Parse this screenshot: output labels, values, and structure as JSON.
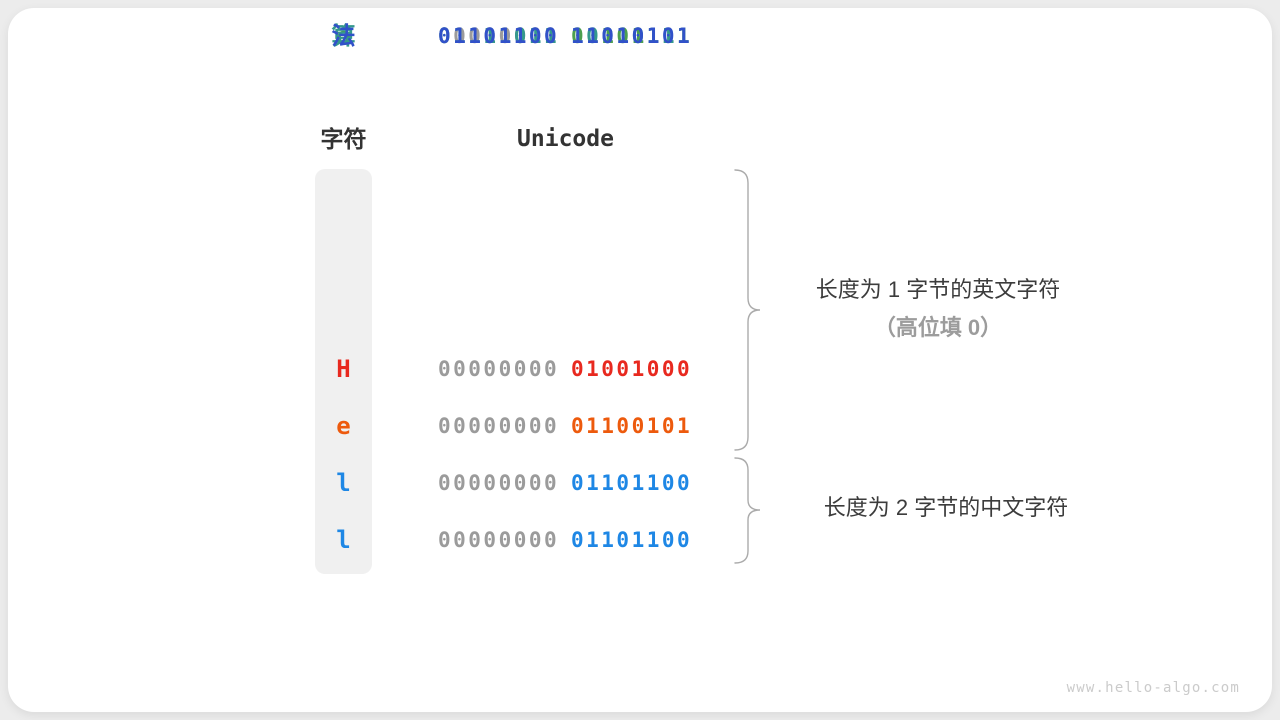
{
  "page": {
    "watermark": "www.hello-algo.com"
  },
  "table": {
    "headers": {
      "char": "字符",
      "unicode": "Unicode"
    },
    "rows": [
      {
        "char": "H",
        "char_color": "#e8291f",
        "byte1": "00000000",
        "byte1_color": "#9b9b9b",
        "byte2": "01001000",
        "byte2_color": "#e8291f"
      },
      {
        "char": "e",
        "char_color": "#ed5a0d",
        "byte1": "00000000",
        "byte1_color": "#9b9b9b",
        "byte2": "01100101",
        "byte2_color": "#ed5a0d"
      },
      {
        "char": "l",
        "char_color": "#1e87e5",
        "byte1": "00000000",
        "byte1_color": "#9b9b9b",
        "byte2": "01101100",
        "byte2_color": "#1e87e5"
      },
      {
        "char": "l",
        "char_color": "#1e87e5",
        "byte1": "00000000",
        "byte1_color": "#9b9b9b",
        "byte2": "01101100",
        "byte2_color": "#1e87e5"
      },
      {
        "char": "o",
        "char_color": "#4c9f4f",
        "byte1": "00000000",
        "byte1_color": "#9b9b9b",
        "byte2": "01101111",
        "byte2_color": "#4c9f4f"
      },
      {
        "char": "算",
        "char_color": "#35998c",
        "byte1": "01111011",
        "byte1_color": "#35998c",
        "byte2": "10010111",
        "byte2_color": "#35998c"
      },
      {
        "char": "法",
        "char_color": "#3151c9",
        "byte1": "01101100",
        "byte1_color": "#3151c9",
        "byte2": "11010101",
        "byte2_color": "#3151c9"
      }
    ]
  },
  "annotations": [
    {
      "line1": "长度为 1 字节的英文字符",
      "line2": "（高位填 0）"
    },
    {
      "line1": "长度为 2 字节的中文字符"
    }
  ],
  "colors": {
    "muted_gray": "#9b9b9b",
    "column_bg": "#f0f0f0",
    "header_text": "#333333",
    "brace": "#ababab",
    "watermark": "#cbcbcb"
  }
}
